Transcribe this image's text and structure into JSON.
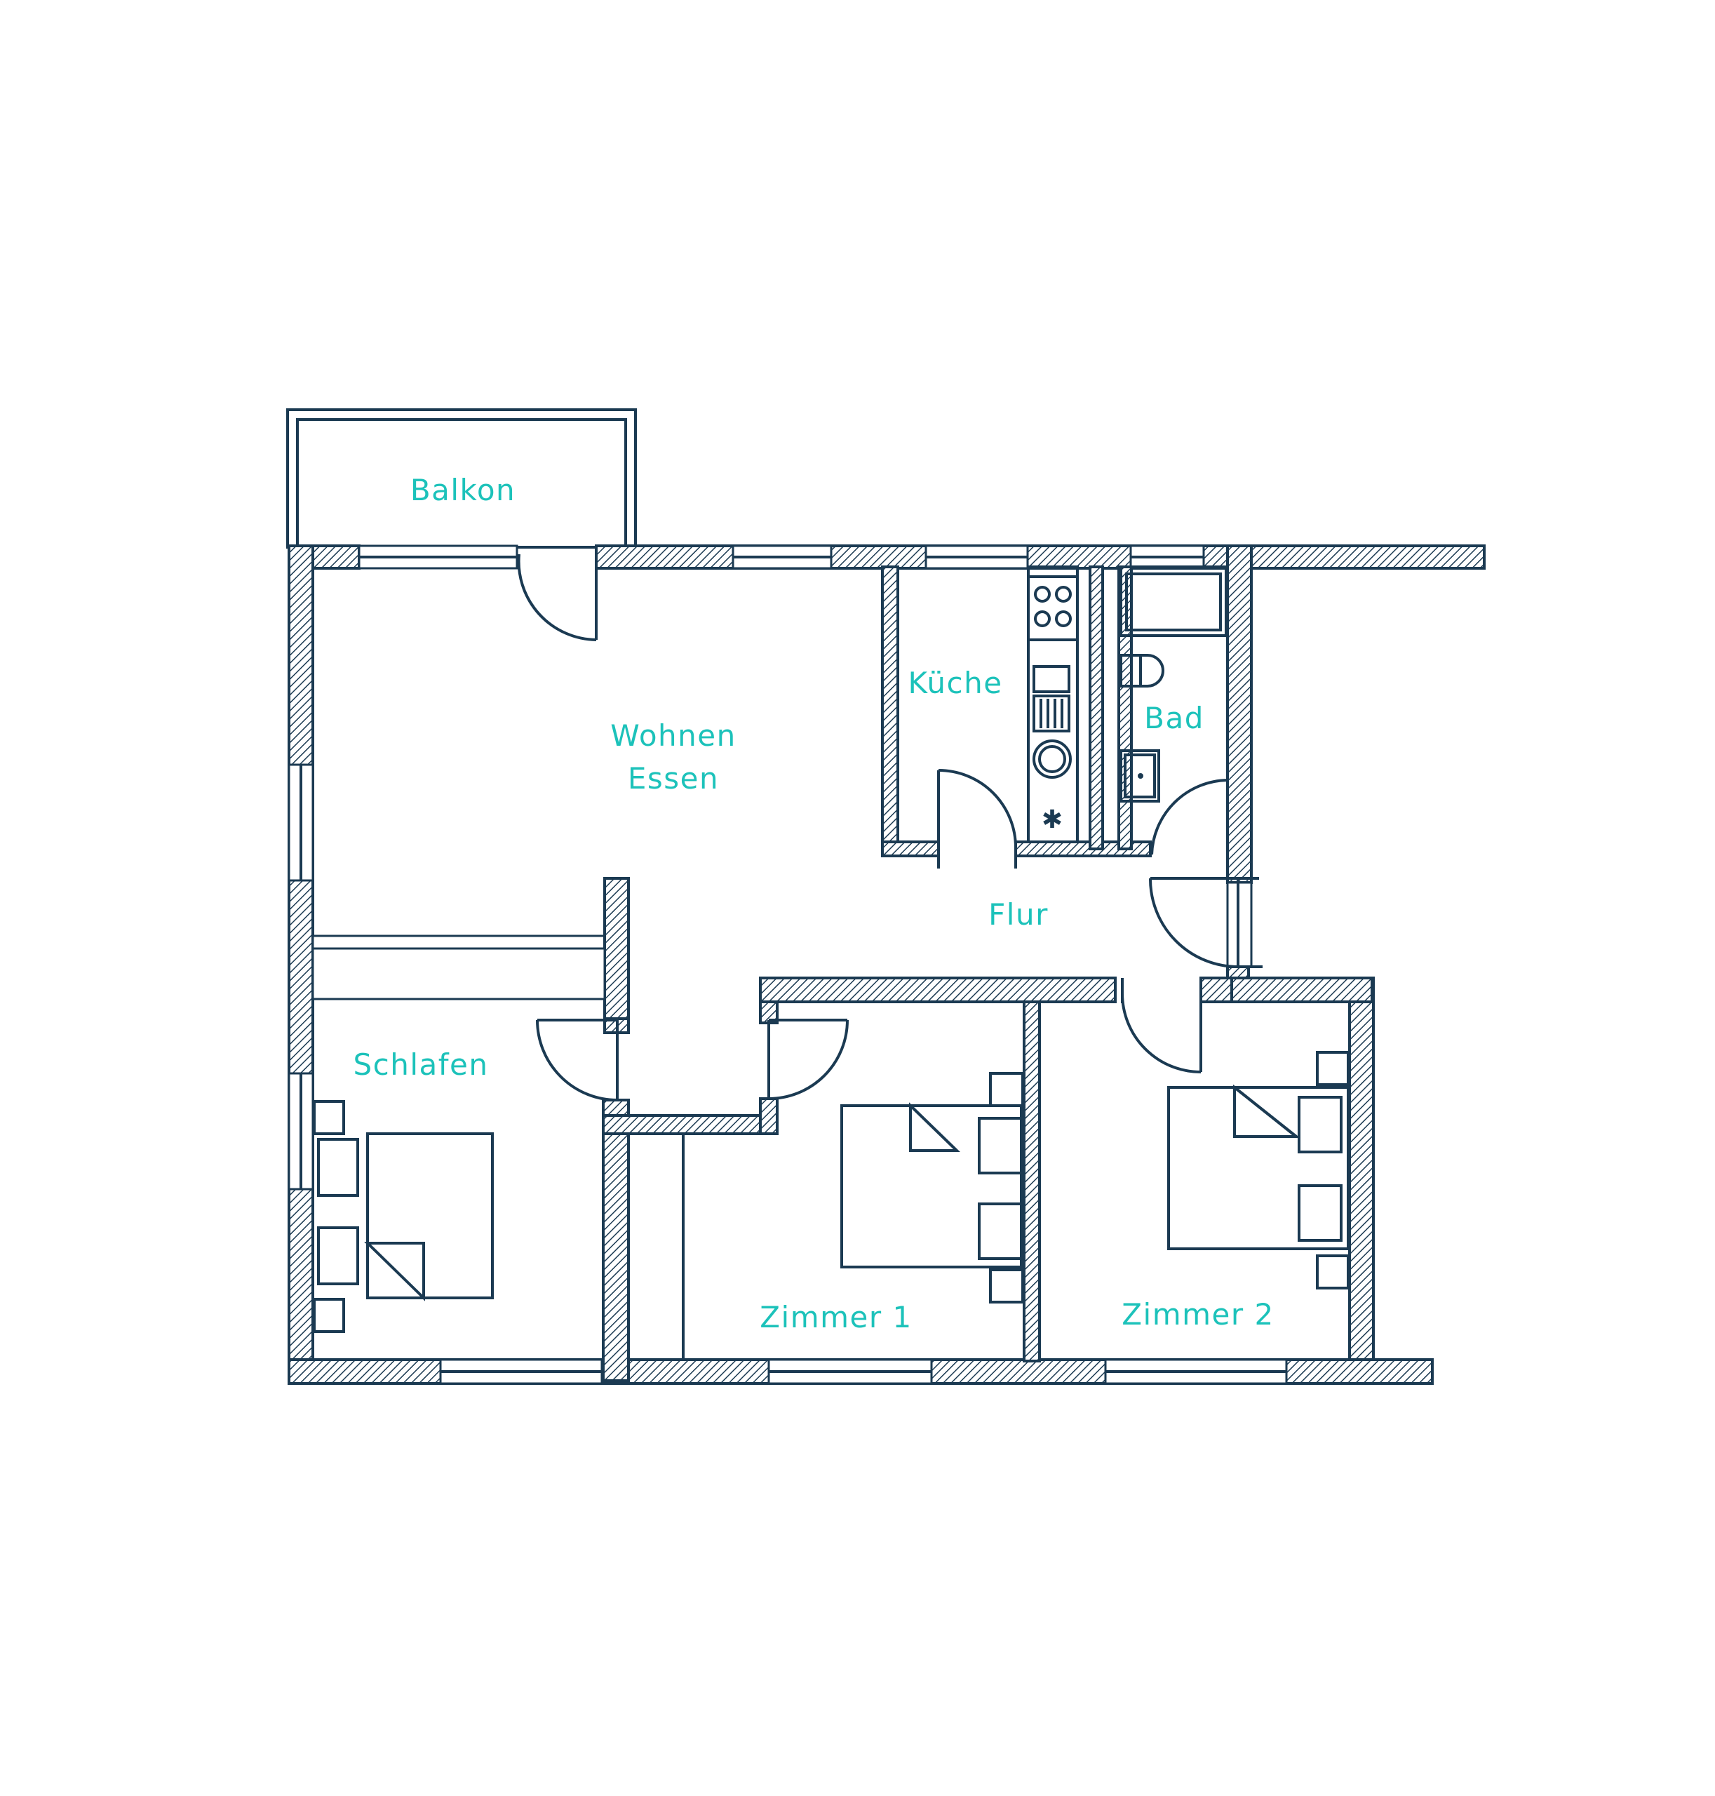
{
  "plan": {
    "colors": {
      "ink": "#1b3a52",
      "label": "#1cc2ba",
      "background": "#ffffff"
    },
    "rooms": {
      "balkon": "Balkon",
      "wohnen": "Wohnen",
      "essen": "Essen",
      "kueche": "Küche",
      "bad": "Bad",
      "flur": "Flur",
      "schlafen": "Schlafen",
      "zimmer1": "Zimmer 1",
      "zimmer2": "Zimmer 2"
    }
  }
}
